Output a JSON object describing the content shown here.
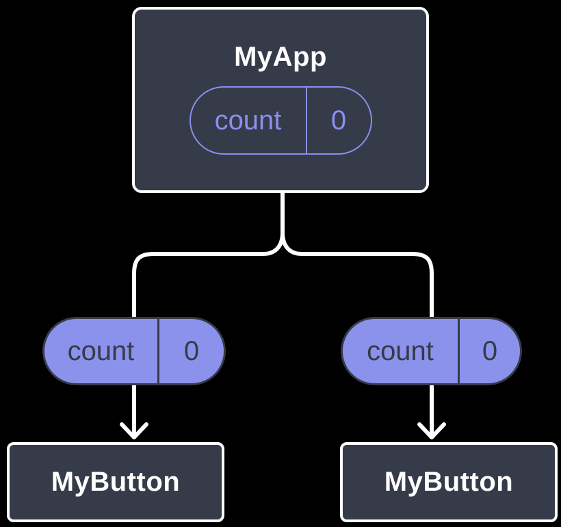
{
  "palette": {
    "background": "#000000",
    "node_bg": "#353B48",
    "node_border": "#FFFFFF",
    "node_title": "#FFFFFF",
    "pill_fill": "#8B92EC",
    "pill_outline": "#8A8FF0",
    "pill_dark": "#353B48",
    "connector": "#FFFFFF"
  },
  "tree": {
    "root": {
      "title": "MyApp",
      "state": {
        "name": "count",
        "value": "0"
      }
    },
    "children": [
      {
        "title": "MyButton",
        "state": {
          "name": "count",
          "value": "0"
        }
      },
      {
        "title": "MyButton",
        "state": {
          "name": "count",
          "value": "0"
        }
      }
    ]
  }
}
